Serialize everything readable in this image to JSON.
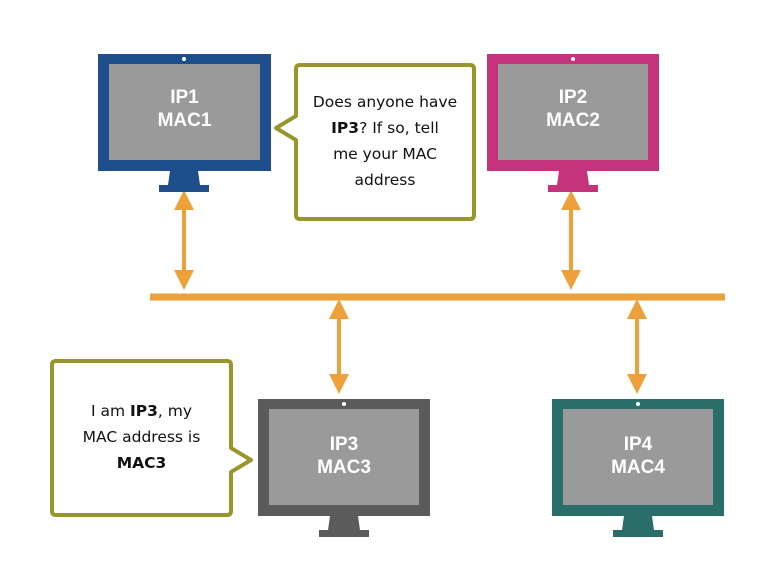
{
  "colors": {
    "network": "#EEA03A",
    "bubble_border": "#99962C",
    "pc1_border": "#1E4E8C",
    "pc2_border": "#C5337C",
    "pc3_border": "#5B5B5B",
    "pc4_border": "#2A6E6A",
    "screen_fill": "#9A9A9A"
  },
  "computers": [
    {
      "id": "pc1",
      "ip": "IP1",
      "mac": "MAC1"
    },
    {
      "id": "pc2",
      "ip": "IP2",
      "mac": "MAC2"
    },
    {
      "id": "pc3",
      "ip": "IP3",
      "mac": "MAC3"
    },
    {
      "id": "pc4",
      "ip": "IP4",
      "mac": "MAC4"
    }
  ],
  "bubbles": {
    "request": {
      "line1": "Does anyone have",
      "line2_bold": "IP3",
      "line2_rest": "? If so, tell",
      "line3": "me your MAC",
      "line4": "address"
    },
    "reply": {
      "line1_pre": "I am ",
      "line1_bold": "IP3",
      "line1_post": ", my",
      "line2": "MAC address is",
      "line3_bold": "MAC3"
    }
  }
}
